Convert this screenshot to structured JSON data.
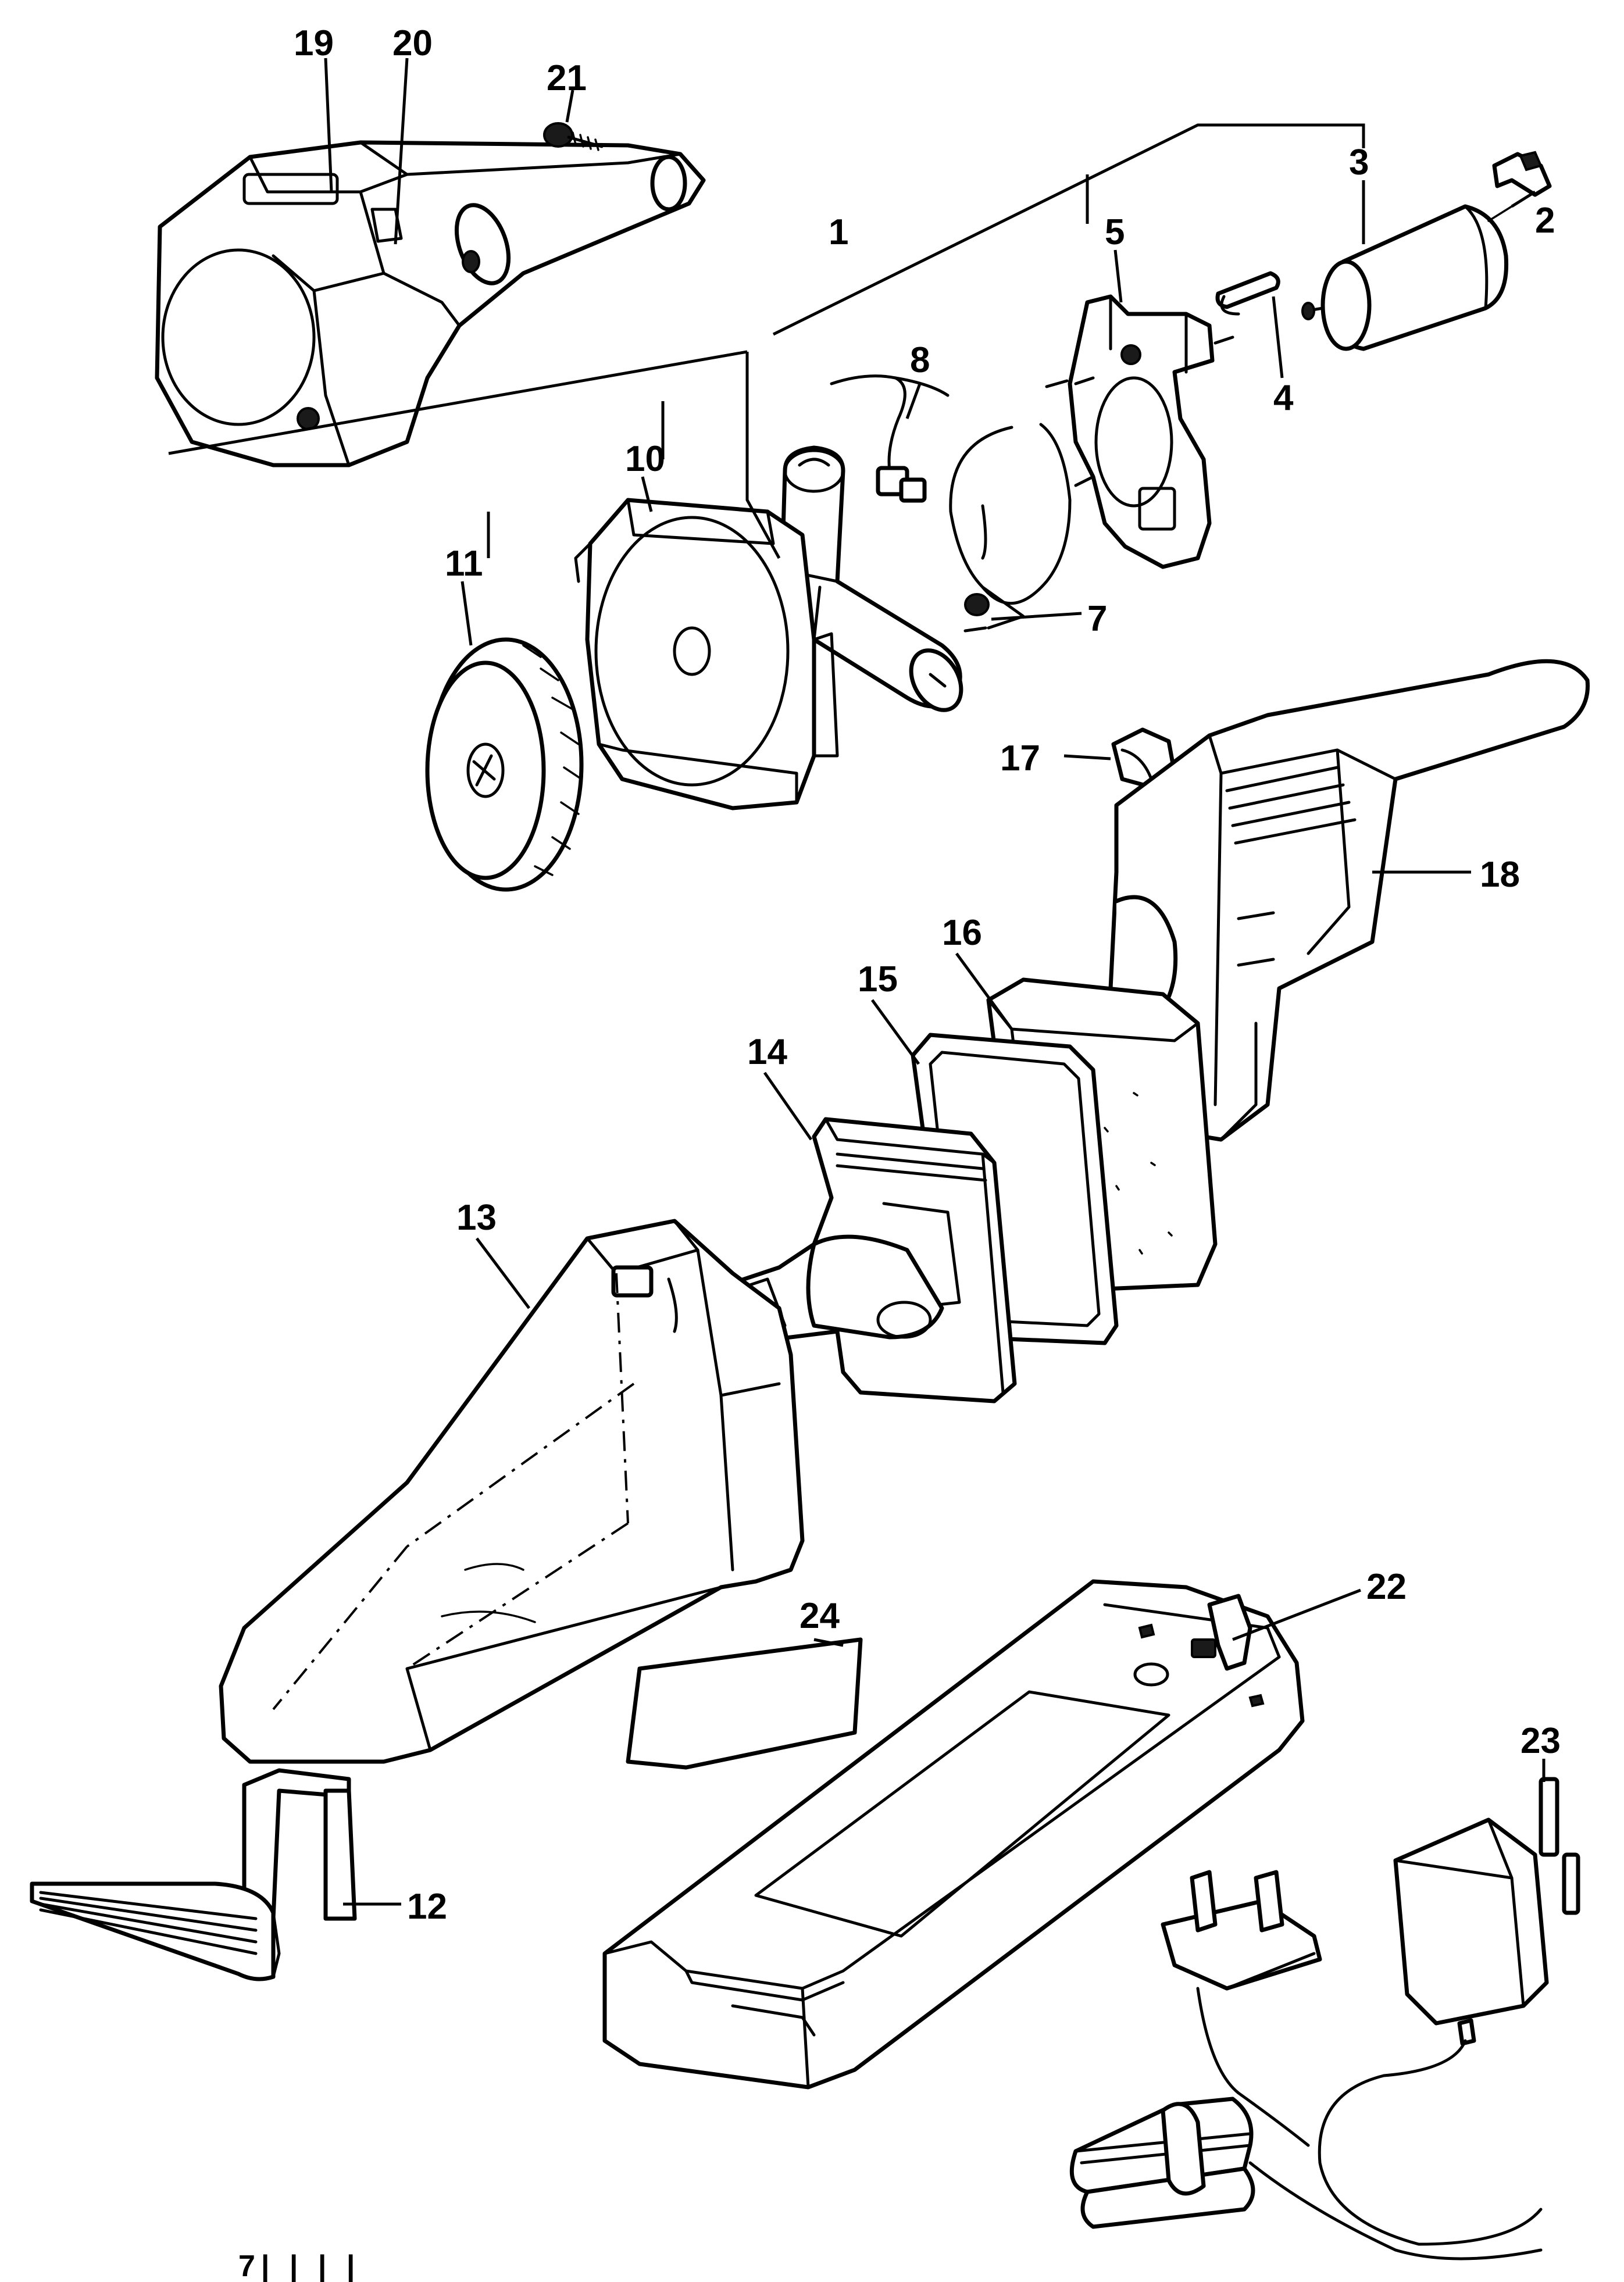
{
  "callouts": {
    "c1": "1",
    "c2": "2",
    "c3": "3",
    "c4": "4",
    "c5": "5",
    "c7": "7",
    "c8": "8",
    "c10": "10",
    "c11": "11",
    "c12": "12",
    "c13": "13",
    "c14": "14",
    "c15": "15",
    "c16": "16",
    "c17": "17",
    "c18": "18",
    "c19": "19",
    "c20": "20",
    "c21": "21",
    "c22": "22",
    "c23": "23",
    "c24": "24"
  },
  "footer_text": "7|  |  |  |"
}
